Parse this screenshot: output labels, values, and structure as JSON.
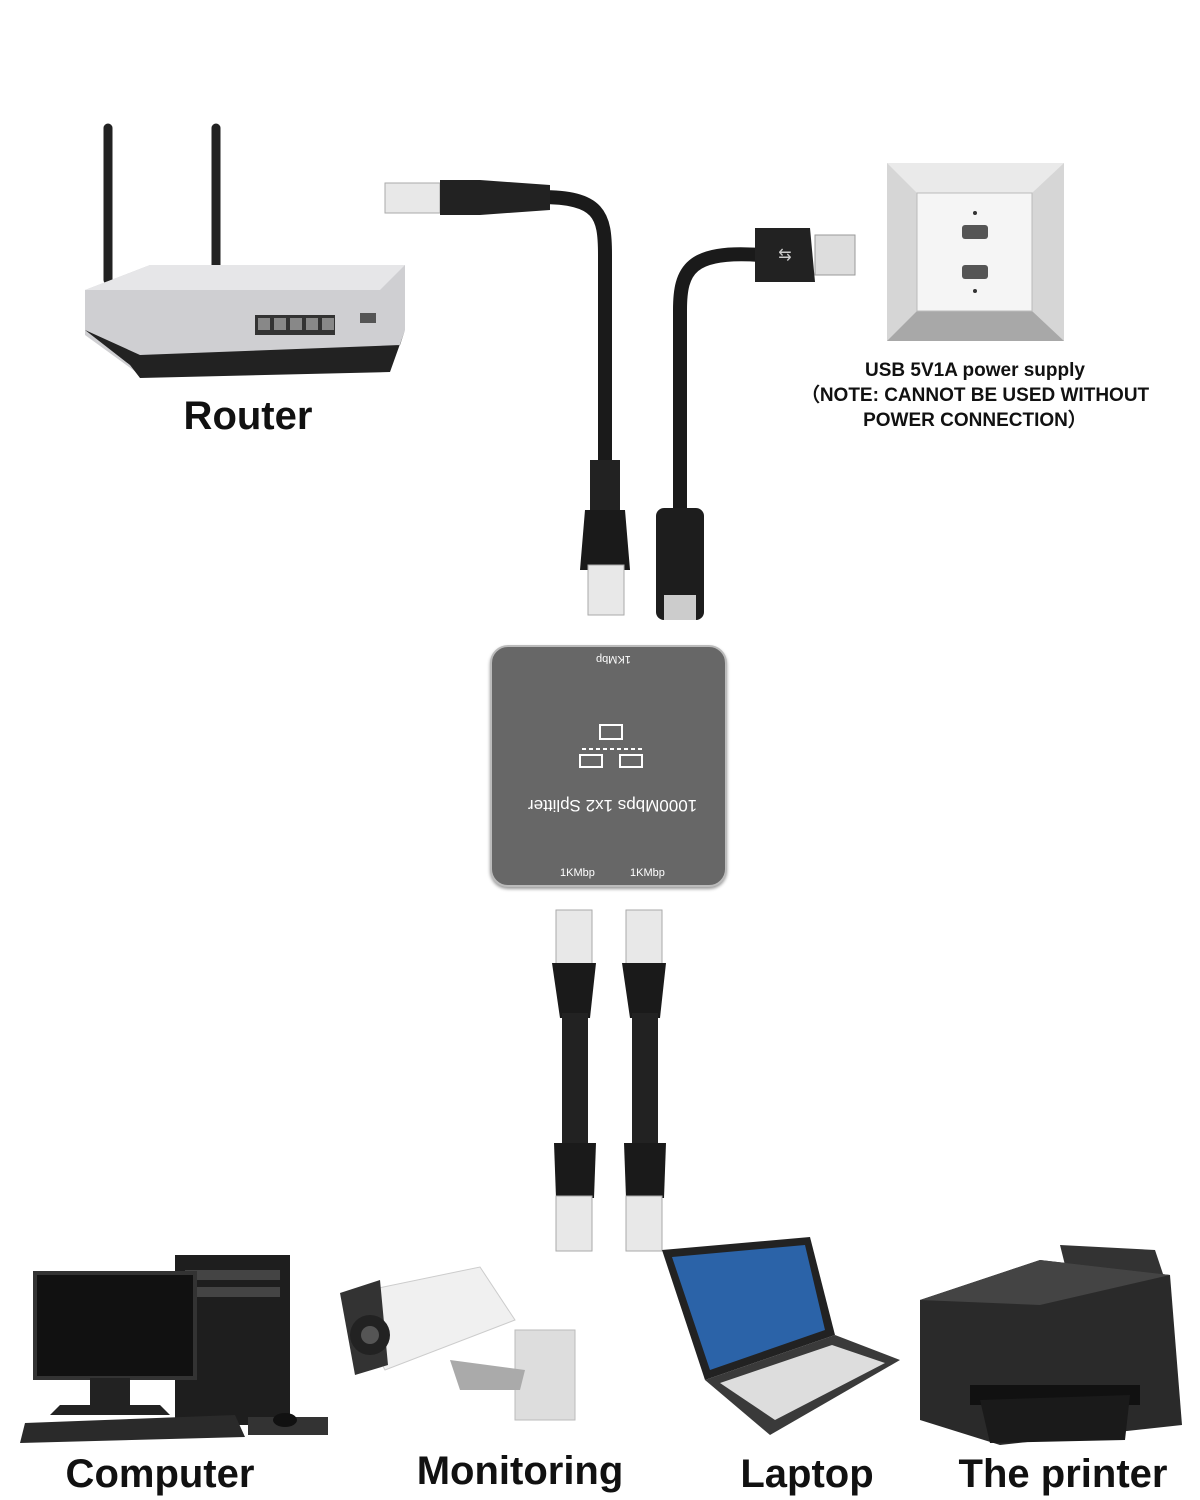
{
  "devices": {
    "router": {
      "label": "Router"
    },
    "computer": {
      "label": "Computer"
    },
    "monitoring": {
      "label": "Monitoring"
    },
    "laptop": {
      "label": "Laptop"
    },
    "printer": {
      "label": "The printer"
    }
  },
  "power": {
    "line1": "USB 5V1A power supply",
    "line2": "（NOTE: CANNOT BE USED WITHOUT",
    "line3": "POWER CONNECTION）"
  },
  "splitter": {
    "title": "1000Mbps 1x2 Splitter",
    "input_port": "1KMbp",
    "output_ports": [
      "1KMbp",
      "1KMbp"
    ],
    "body_color": "#676767"
  }
}
